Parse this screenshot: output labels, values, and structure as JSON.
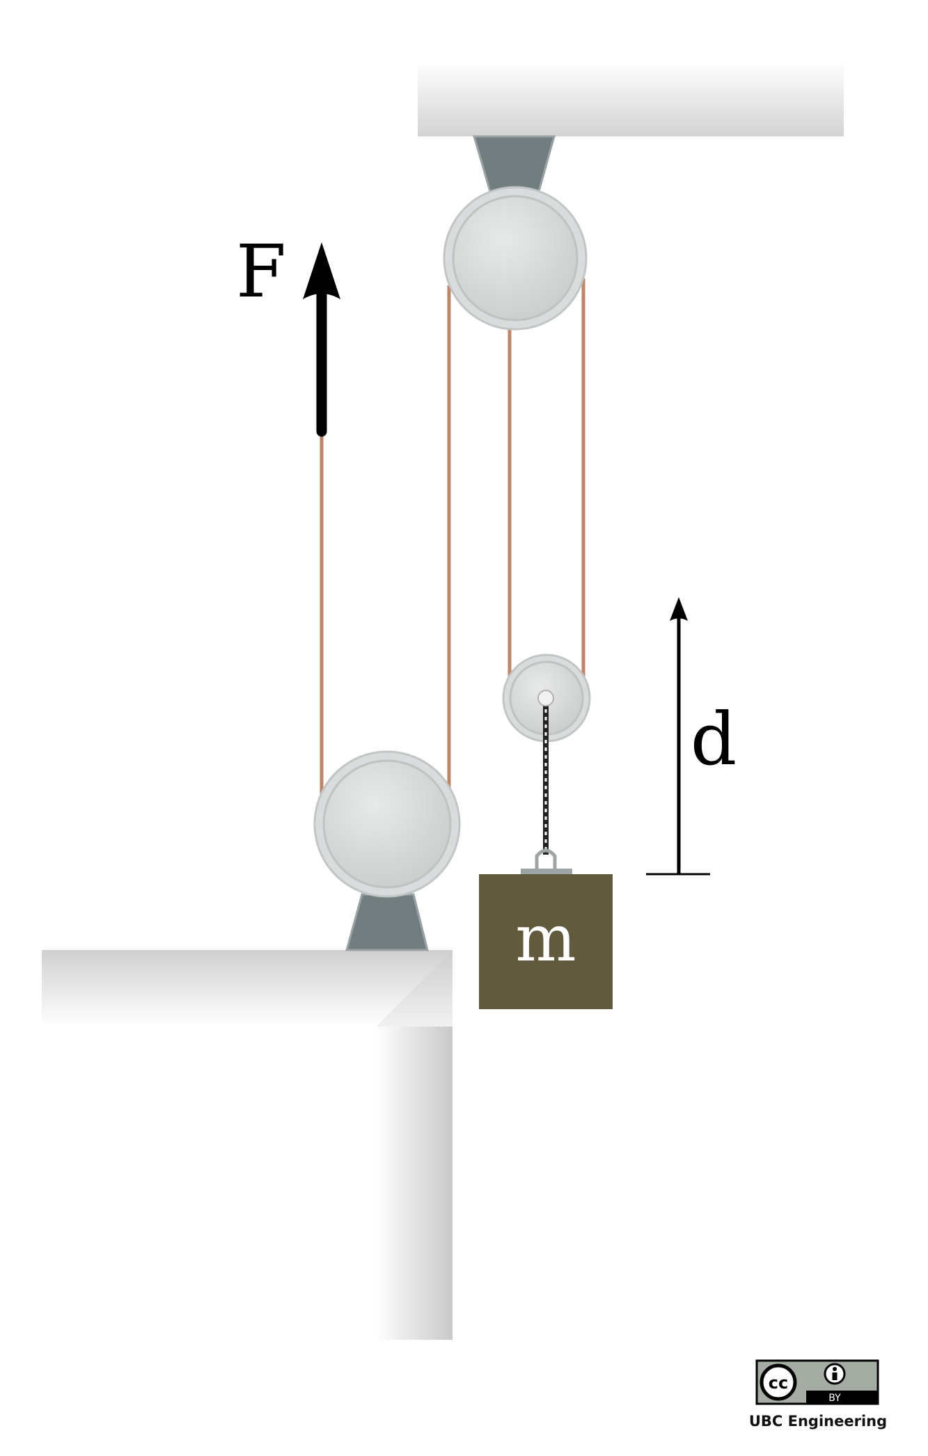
{
  "diagram": {
    "labels": {
      "force": "F",
      "displacement": "d",
      "mass": "m"
    },
    "license": {
      "cc": "cc",
      "by": "BY",
      "credit": "UBC Engineering"
    },
    "colors": {
      "rope": "#c08567",
      "mass_block": "#625a3c",
      "mount": "#727d80",
      "pulley_rim": "#d9dcdc",
      "pulley_face": "#d1d3d3",
      "surface": "#d9d9d9"
    }
  }
}
